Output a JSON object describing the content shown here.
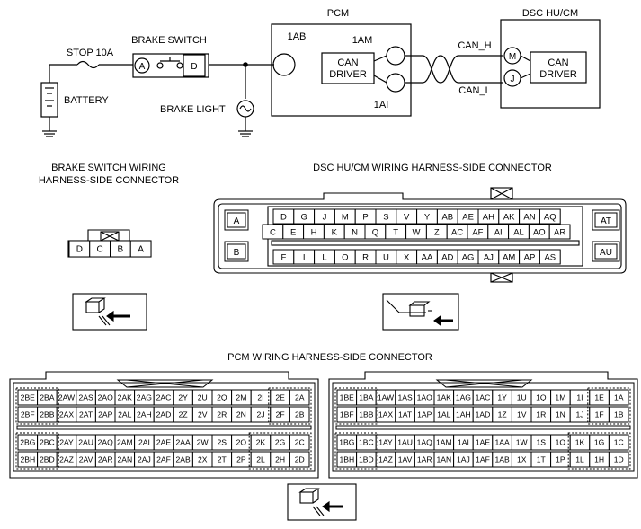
{
  "schematic": {
    "pcm_label": "PCM",
    "dsc_label": "DSC HU/CM",
    "brake_switch_label": "BRAKE SWITCH",
    "stop_fuse_label": "STOP 10A",
    "battery_label": "BATTERY",
    "brake_light_label": "BRAKE LIGHT",
    "terminal_a": "A",
    "terminal_d": "D",
    "pcm_pin_1ab": "1AB",
    "pcm_pin_1am": "1AM",
    "pcm_pin_1ai": "1AI",
    "can_driver_line1": "CAN",
    "can_driver_line2": "DRIVER",
    "can_h": "CAN_H",
    "can_l": "CAN_L",
    "dsc_pin_m": "M",
    "dsc_pin_j": "J"
  },
  "brake_switch_connector": {
    "title_line1": "BRAKE SWITCH WIRING",
    "title_line2": "HARNESS-SIDE CONNECTOR",
    "pins": [
      "D",
      "C",
      "B",
      "A"
    ]
  },
  "dsc_connector": {
    "title": "DSC HU/CM WIRING HARNESS-SIDE CONNECTOR",
    "left_tabs": [
      "A",
      "B"
    ],
    "right_tabs": [
      "AT",
      "AU"
    ],
    "rows": [
      [
        "D",
        "G",
        "J",
        "M",
        "P",
        "S",
        "V",
        "Y",
        "AB",
        "AE",
        "AH",
        "AK",
        "AN",
        "AQ"
      ],
      [
        "C",
        "E",
        "H",
        "K",
        "N",
        "Q",
        "T",
        "W",
        "Z",
        "AC",
        "AF",
        "AI",
        "AL",
        "AO",
        "AR"
      ],
      [
        "F",
        "I",
        "L",
        "O",
        "R",
        "U",
        "X",
        "AA",
        "AD",
        "AG",
        "AJ",
        "AM",
        "AP",
        "AS"
      ]
    ]
  },
  "pcm_connector": {
    "title": "PCM WIRING HARNESS-SIDE CONNECTOR",
    "left_block": {
      "rows": [
        [
          "2BE",
          "2BA",
          "2AW",
          "2AS",
          "2AO",
          "2AK",
          "2AG",
          "2AC",
          "2Y",
          "2U",
          "2Q",
          "2M",
          "2I",
          "2E",
          "2A"
        ],
        [
          "2BF",
          "2BB",
          "2AX",
          "2AT",
          "2AP",
          "2AL",
          "2AH",
          "2AD",
          "2Z",
          "2V",
          "2R",
          "2N",
          "2J",
          "2F",
          "2B"
        ],
        [
          "2BG",
          "2BC",
          "2AY",
          "2AU",
          "2AQ",
          "2AM",
          "2AI",
          "2AE",
          "2AA",
          "2W",
          "2S",
          "2O",
          "2K",
          "2G",
          "2C"
        ],
        [
          "2BH",
          "2BD",
          "2AZ",
          "2AV",
          "2AR",
          "2AN",
          "2AJ",
          "2AF",
          "2AB",
          "2X",
          "2T",
          "2P",
          "2L",
          "2H",
          "2D"
        ]
      ]
    },
    "right_block": {
      "rows": [
        [
          "1BE",
          "1BA",
          "1AW",
          "1AS",
          "1AO",
          "1AK",
          "1AG",
          "1AC",
          "1Y",
          "1U",
          "1Q",
          "1M",
          "1I",
          "1E",
          "1A"
        ],
        [
          "1BF",
          "1BB",
          "1AX",
          "1AT",
          "1AP",
          "1AL",
          "1AH",
          "1AD",
          "1Z",
          "1V",
          "1R",
          "1N",
          "1J",
          "1F",
          "1B"
        ],
        [
          "1BG",
          "1BC",
          "1AY",
          "1AU",
          "1AQ",
          "1AM",
          "1AI",
          "1AE",
          "1AA",
          "1W",
          "1S",
          "1O",
          "1K",
          "1G",
          "1C"
        ],
        [
          "1BH",
          "1BD",
          "1AZ",
          "1AV",
          "1AR",
          "1AN",
          "1AJ",
          "1AF",
          "1AB",
          "1X",
          "1T",
          "1P",
          "1L",
          "1H",
          "1D"
        ]
      ]
    }
  }
}
